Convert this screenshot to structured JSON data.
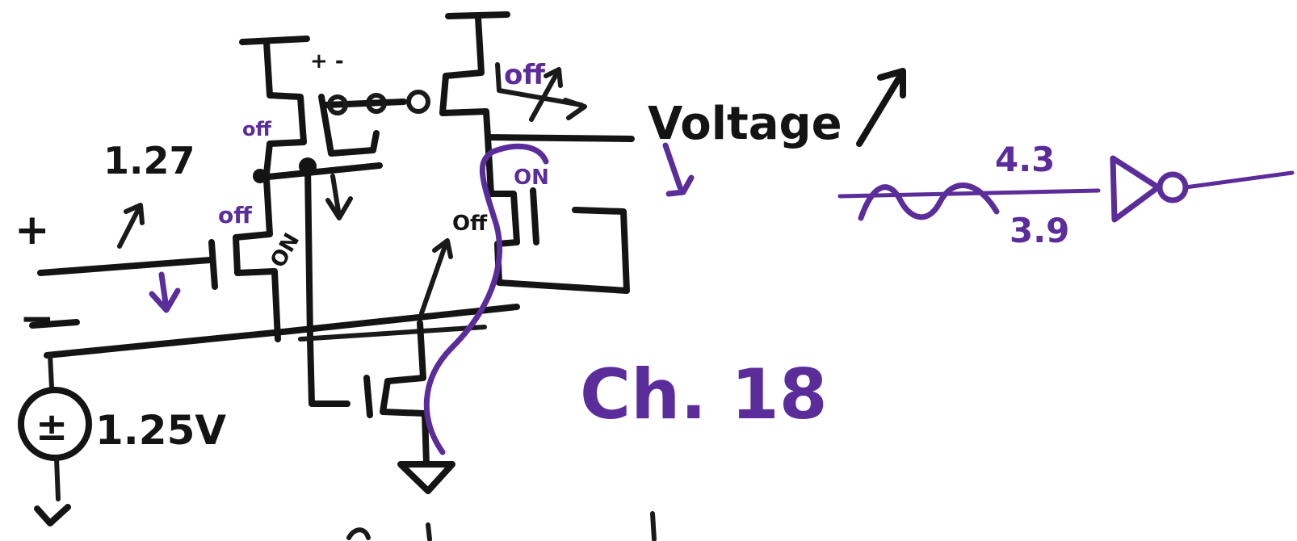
{
  "labels": {
    "input_voltage": "1.27",
    "plus_sign": "+",
    "minus_sign": "−",
    "source_voltage": "1.25V",
    "source_symbol": "±",
    "load_polarity": "+ -",
    "off_top_left": "off",
    "off_left": "off",
    "on_left": "ON",
    "off_right_top": "off",
    "on_right": "ON",
    "off_middle": "Off",
    "output_label": "Voltage",
    "hyst_high": "4.3",
    "hyst_low": "3.9",
    "chapter": "Ch. 18"
  },
  "colors": {
    "ink_black": "#141414",
    "ink_purple": "#5b2d9a"
  }
}
